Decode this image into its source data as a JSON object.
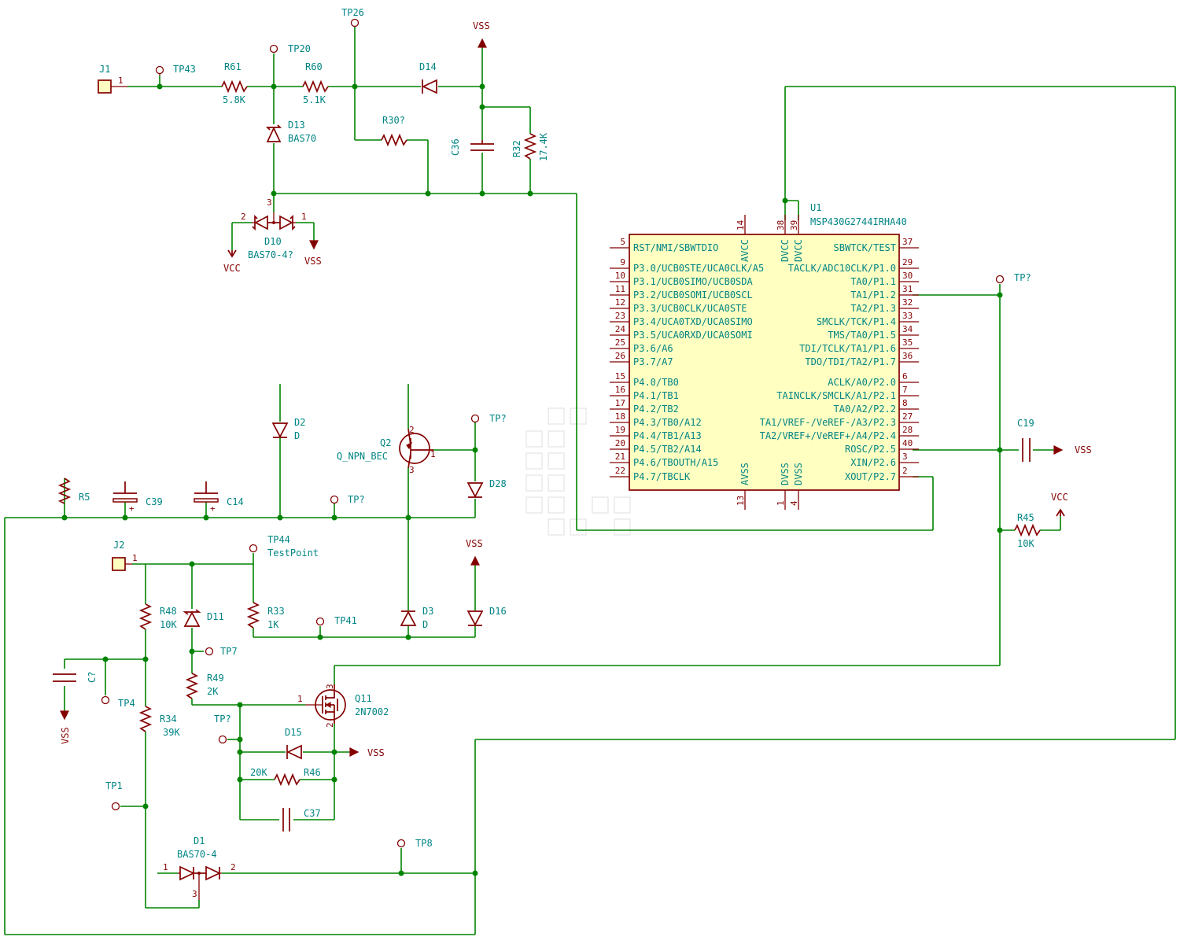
{
  "colors": {
    "wire": "#008400",
    "symbol": "#840000",
    "text": "#008484",
    "body_fill": "#ffffc2"
  },
  "connectors": {
    "j1": "J1",
    "j2": "J2"
  },
  "test_points": {
    "tp43": "TP43",
    "tp20": "TP20",
    "tp26": "TP26",
    "tp44": "TP44",
    "tp44_value": "TestPoint",
    "tp41": "TP41",
    "tp7": "TP7",
    "tp4": "TP4",
    "tp1": "TP1",
    "tp8": "TP8",
    "tp_q2": "TP?",
    "tp_mid": "TP?",
    "tp_q11": "TP?",
    "tp_p12": "TP?"
  },
  "resistors": {
    "r61": {
      "ref": "R61",
      "value": "5.8K"
    },
    "r60": {
      "ref": "R60",
      "value": "5.1K"
    },
    "r30": {
      "ref": "R30?"
    },
    "r32": {
      "ref": "R32",
      "value": "17.4K"
    },
    "r5": {
      "ref": "R5"
    },
    "r48": {
      "ref": "R48",
      "value": "10K"
    },
    "r33": {
      "ref": "R33",
      "value": "1K"
    },
    "r49": {
      "ref": "R49",
      "value": "2K"
    },
    "r34": {
      "ref": "R34",
      "value": "39K"
    },
    "r46": {
      "ref": "R46",
      "value": "20K"
    },
    "r45": {
      "ref": "R45",
      "value": "10K"
    }
  },
  "capacitors": {
    "c36": "C36",
    "c39": "C39",
    "c14": "C14",
    "c_unk": "C?",
    "c37": "C37",
    "c19": "C19"
  },
  "diodes": {
    "d14": {
      "ref": "D14"
    },
    "d13": {
      "ref": "D13",
      "value": "BAS70"
    },
    "d10": {
      "ref": "D10",
      "value": "BAS70-4?"
    },
    "d2": {
      "ref": "D2",
      "value": "D"
    },
    "d28": {
      "ref": "D28"
    },
    "d3": {
      "ref": "D3",
      "value": "D"
    },
    "d16": {
      "ref": "D16"
    },
    "d11": {
      "ref": "D11"
    },
    "d15": {
      "ref": "D15"
    },
    "d1": {
      "ref": "D1",
      "value": "BAS70-4"
    }
  },
  "transistors": {
    "q2": {
      "ref": "Q2",
      "value": "Q_NPN_BEC"
    },
    "q11": {
      "ref": "Q11",
      "value": "2N7002"
    }
  },
  "power": {
    "vss_top": "VSS",
    "vss_d10": "VSS",
    "vcc_d10": "VCC",
    "vss_d16": "VSS",
    "vss_q11": "VSS",
    "vss_c": "VSS",
    "vss_c19": "VSS",
    "vcc_r45": "VCC"
  },
  "pin_numbers": {
    "one": "1",
    "two": "2",
    "three": "3"
  },
  "ic": {
    "ref": "U1",
    "value": "MSP430G2744IRHA40",
    "top_pins": [
      {
        "num": "14",
        "name": "AVCC"
      },
      {
        "num": "38",
        "name": "DVCC"
      },
      {
        "num": "39",
        "name": "DVCC"
      }
    ],
    "bottom_pins": [
      {
        "num": "13",
        "name": "AVSS"
      },
      {
        "num": "1",
        "name": "DVSS"
      },
      {
        "num": "4",
        "name": "DVSS"
      }
    ],
    "left_pins": [
      {
        "num": "5",
        "name": "RST/NMI/SBWTDIO"
      },
      {
        "num": "9",
        "name": "P3.0/UCB0STE/UCA0CLK/A5"
      },
      {
        "num": "10",
        "name": "P3.1/UCB0SIMO/UCB0SDA"
      },
      {
        "num": "11",
        "name": "P3.2/UCB0SOMI/UCB0SCL"
      },
      {
        "num": "12",
        "name": "P3.3/UCB0CLK/UCA0STE"
      },
      {
        "num": "23",
        "name": "P3.4/UCA0TXD/UCA0SIMO"
      },
      {
        "num": "24",
        "name": "P3.5/UCA0RXD/UCA0SOMI"
      },
      {
        "num": "25",
        "name": "P3.6/A6"
      },
      {
        "num": "26",
        "name": "P3.7/A7"
      },
      {
        "num": "15",
        "name": "P4.0/TB0"
      },
      {
        "num": "16",
        "name": "P4.1/TB1"
      },
      {
        "num": "17",
        "name": "P4.2/TB2"
      },
      {
        "num": "18",
        "name": "P4.3/TB0/A12"
      },
      {
        "num": "19",
        "name": "P4.4/TB1/A13"
      },
      {
        "num": "20",
        "name": "P4.5/TB2/A14"
      },
      {
        "num": "21",
        "name": "P4.6/TBOUTH/A15"
      },
      {
        "num": "22",
        "name": "P4.7/TBCLK"
      }
    ],
    "right_pins": [
      {
        "num": "37",
        "name": "SBWTCK/TEST"
      },
      {
        "num": "29",
        "name": "TACLK/ADC10CLK/P1.0"
      },
      {
        "num": "30",
        "name": "TA0/P1.1"
      },
      {
        "num": "31",
        "name": "TA1/P1.2"
      },
      {
        "num": "32",
        "name": "TA2/P1.3"
      },
      {
        "num": "33",
        "name": "SMCLK/TCK/P1.4"
      },
      {
        "num": "34",
        "name": "TMS/TA0/P1.5"
      },
      {
        "num": "35",
        "name": "TDI/TCLK/TA1/P1.6"
      },
      {
        "num": "36",
        "name": "TDO/TDI/TA2/P1.7"
      },
      {
        "num": "6",
        "name": "ACLK/A0/P2.0"
      },
      {
        "num": "7",
        "name": "TAINCLK/SMCLK/A1/P2.1"
      },
      {
        "num": "8",
        "name": "TA0/A2/P2.2"
      },
      {
        "num": "27",
        "name": "TA1/VREF-/VeREF-/A3/P2.3"
      },
      {
        "num": "28",
        "name": "TA2/VREF+/VeREF+/A4/P2.4"
      },
      {
        "num": "40",
        "name": "ROSC/P2.5"
      },
      {
        "num": "3",
        "name": "XIN/P2.6"
      },
      {
        "num": "2",
        "name": "XOUT/P2.7"
      }
    ]
  }
}
